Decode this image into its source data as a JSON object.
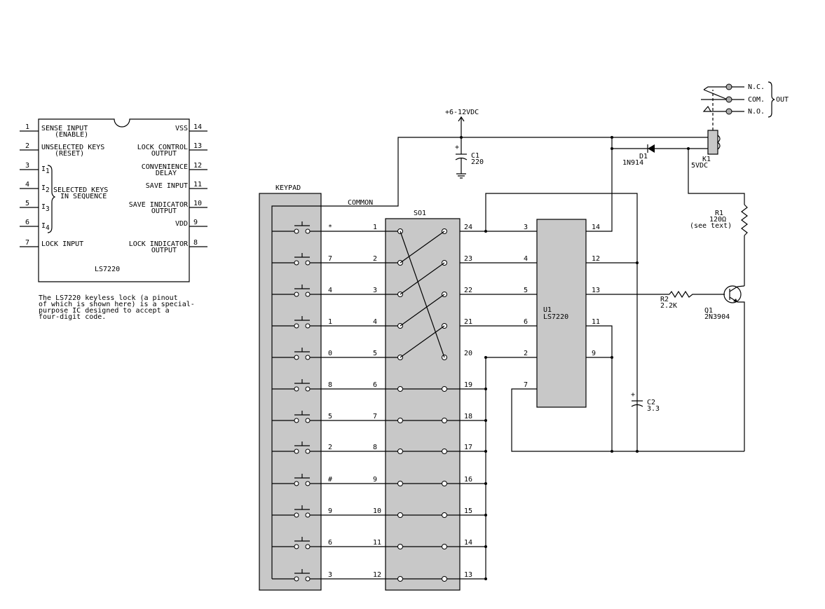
{
  "pinout": {
    "chip_name": "LS7220",
    "left_pins": [
      {
        "num": "1",
        "label": "SENSE INPUT",
        "label2": "(ENABLE)"
      },
      {
        "num": "2",
        "label": "UNSELECTED KEYS",
        "label2": "(RESET)"
      },
      {
        "num": "3",
        "label": "I",
        "sub": "1"
      },
      {
        "num": "4",
        "label": "I",
        "sub": "2"
      },
      {
        "num": "5",
        "label": "I",
        "sub": "3"
      },
      {
        "num": "6",
        "label": "I",
        "sub": "4"
      },
      {
        "num": "7",
        "label": "LOCK INPUT"
      }
    ],
    "group_label": "SELECTED KEYS",
    "group_label2": "IN SEQUENCE",
    "right_pins": [
      {
        "num": "14",
        "label": "VSS"
      },
      {
        "num": "13",
        "label": "LOCK CONTROL",
        "label2": "OUTPUT"
      },
      {
        "num": "12",
        "label": "CONVENIENCE",
        "label2": "DELAY"
      },
      {
        "num": "11",
        "label": "SAVE INPUT"
      },
      {
        "num": "10",
        "label": "SAVE INDICATOR",
        "label2": "OUTPUT"
      },
      {
        "num": "9",
        "label": "VDD"
      },
      {
        "num": "8",
        "label": "LOCK INDICATOR",
        "label2": "OUTPUT"
      }
    ],
    "caption_lines": [
      "The LS7220 keyless lock (a pinout",
      "of which is shown here) is a special-",
      "purpose IC designed to accept a",
      "four-digit code."
    ]
  },
  "schematic": {
    "keypad_label": "KEYPAD",
    "common_label": "COMMON",
    "socket_label": "SO1",
    "supply_label": "+6-12VDC",
    "c1": {
      "name": "C1",
      "value": "220"
    },
    "c2": {
      "name": "C2",
      "value": "3.3"
    },
    "d1": {
      "name": "D1",
      "value": "1N914"
    },
    "k1": {
      "name": "K1",
      "value": "5VDC"
    },
    "r1": {
      "name": "R1",
      "value": "120Ω",
      "note": "(see text)"
    },
    "r2": {
      "name": "R2",
      "value": "2.2K"
    },
    "q1": {
      "name": "Q1",
      "value": "2N3904"
    },
    "u1": {
      "name": "U1",
      "value": "LS7220"
    },
    "relay_contacts": [
      "N.C.",
      "COM.",
      "N.O."
    ],
    "out_label": "OUT",
    "keys": [
      "*",
      "7",
      "4",
      "1",
      "0",
      "8",
      "5",
      "2",
      "#",
      "9",
      "6",
      "3"
    ],
    "socket_left_pins": [
      "1",
      "2",
      "3",
      "4",
      "5",
      "6",
      "7",
      "8",
      "9",
      "10",
      "11",
      "12"
    ],
    "socket_right_pins": [
      "24",
      "23",
      "22",
      "21",
      "20",
      "19",
      "18",
      "17",
      "16",
      "15",
      "14",
      "13"
    ],
    "u1_left_pins": [
      "3",
      "4",
      "5",
      "6",
      "2",
      "7"
    ],
    "u1_right_pins": [
      "14",
      "12",
      "13",
      "11",
      "9"
    ]
  }
}
